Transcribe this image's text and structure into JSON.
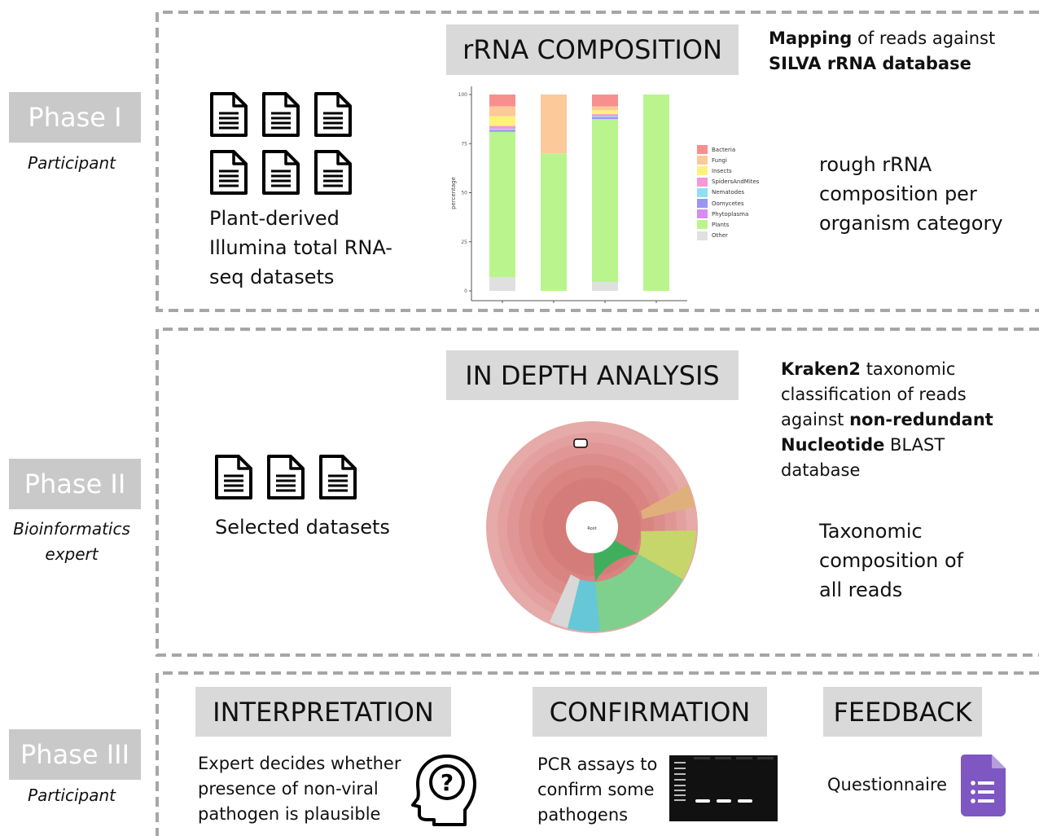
{
  "phases": [
    {
      "label": "Phase I",
      "role_lines": [
        "Participant"
      ]
    },
    {
      "label": "Phase II",
      "role_lines": [
        "Bioinformatics",
        "expert"
      ]
    },
    {
      "label": "Phase III",
      "role_lines": [
        "Participant"
      ]
    }
  ],
  "panel1": {
    "heading": "rRNA COMPOSITION",
    "datasets_lines": [
      "Plant-derived",
      "Illumina total RNA-",
      "seq datasets"
    ],
    "note": {
      "bold1": "Mapping",
      "rest1": " of reads against",
      "bold2": "SILVA rRNA database"
    },
    "description_lines": [
      "rough rRNA",
      "composition per",
      "organism category"
    ]
  },
  "panel2": {
    "heading": "IN DEPTH ANALYSIS",
    "datasets_label": "Selected datasets",
    "note": {
      "bold1": "Kraken2",
      "rest1": " taxonomic",
      "line2": "classification of reads",
      "pre3": "against ",
      "bold3": "non-redundant",
      "bold4": "Nucleotide",
      "rest4": " BLAST database"
    },
    "description_lines": [
      "Taxonomic",
      "composition of",
      "all reads"
    ],
    "krona_center": "Root"
  },
  "panel3": {
    "interpretation": {
      "heading": "INTERPRETATION",
      "lines": [
        "Expert decides whether",
        "presence of non-viral",
        "pathogen is plausible"
      ]
    },
    "confirmation": {
      "heading": "CONFIRMATION",
      "lines": [
        "PCR assays to",
        "confirm some",
        "pathogens"
      ]
    },
    "feedback": {
      "heading": "FEEDBACK",
      "label": "Questionnaire"
    }
  },
  "chart_data": {
    "type": "bar",
    "stacked": true,
    "ylabel": "percentage",
    "ylim": [
      0,
      100
    ],
    "yticks": [
      0,
      25,
      50,
      75,
      100
    ],
    "categories": [
      "",
      "",
      "",
      ""
    ],
    "series": [
      {
        "name": "Other",
        "color": "#e0e0e0",
        "values": [
          7,
          0,
          4.5,
          0
        ]
      },
      {
        "name": "Plants",
        "color": "#b9f58c",
        "values": [
          74,
          70,
          83,
          100
        ]
      },
      {
        "name": "Phytoplasma",
        "color": "#d68cf2",
        "values": [
          0,
          0,
          0,
          0
        ]
      },
      {
        "name": "Oomycetes",
        "color": "#9b95f2",
        "values": [
          1,
          0,
          1,
          0
        ]
      },
      {
        "name": "Nematodes",
        "color": "#8ee0f5",
        "values": [
          0.5,
          0,
          0.5,
          0
        ]
      },
      {
        "name": "SpidersAndMites",
        "color": "#f598d8",
        "values": [
          1.5,
          0,
          1,
          0
        ]
      },
      {
        "name": "Insects",
        "color": "#fcf27c",
        "values": [
          5,
          0,
          2,
          0
        ]
      },
      {
        "name": "Fungi",
        "color": "#fcc99a",
        "values": [
          5,
          30,
          2,
          0
        ]
      },
      {
        "name": "Bacteria",
        "color": "#f88f8f",
        "values": [
          6,
          0,
          6,
          0
        ]
      }
    ],
    "legend_order": [
      "Bacteria",
      "Fungi",
      "Insects",
      "SpidersAndMites",
      "Nematodes",
      "Oomycetes",
      "Phytoplasma",
      "Plants",
      "Other"
    ],
    "legend_position": "right"
  }
}
